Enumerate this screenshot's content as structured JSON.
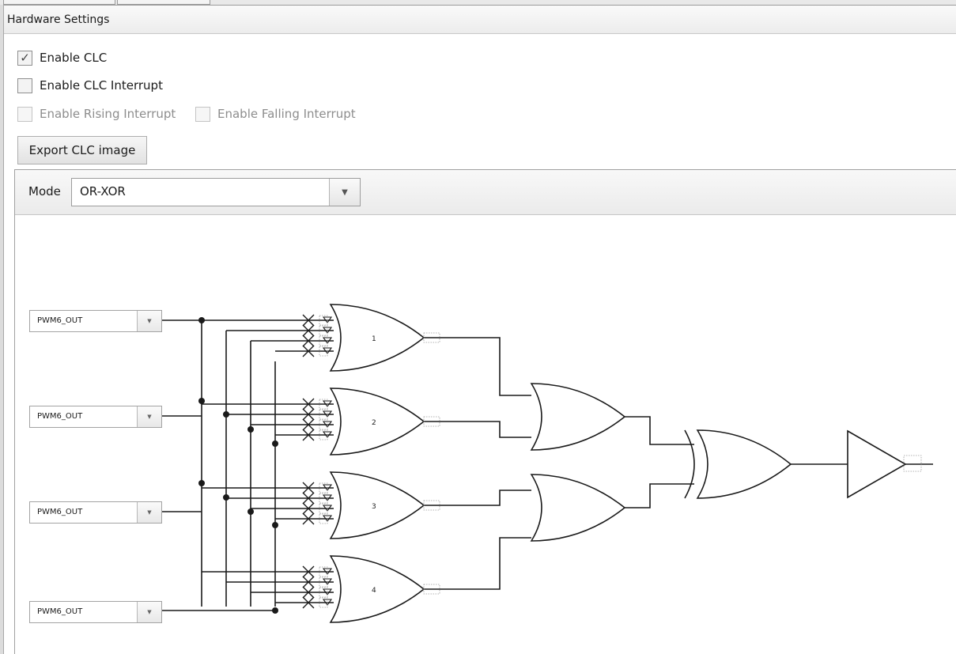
{
  "panel": {
    "title": "Hardware Settings"
  },
  "options": {
    "enable_clc": {
      "label": "Enable CLC",
      "checked": true,
      "check_glyph": "✓"
    },
    "enable_interrupt": {
      "label": "Enable CLC Interrupt",
      "checked": false
    },
    "enable_rising": {
      "label": "Enable Rising Interrupt",
      "checked": false,
      "disabled": true
    },
    "enable_falling": {
      "label": "Enable Falling Interrupt",
      "checked": false,
      "disabled": true
    }
  },
  "export_button": {
    "label": "Export CLC image"
  },
  "mode": {
    "label": "Mode",
    "value": "OR-XOR",
    "arrow": "▼"
  },
  "inputs": [
    {
      "value": "PWM6_OUT"
    },
    {
      "value": "PWM6_OUT"
    },
    {
      "value": "PWM6_OUT"
    },
    {
      "value": "PWM6_OUT"
    }
  ],
  "input_arrow": "▼",
  "gates": [
    {
      "number": "1"
    },
    {
      "number": "2"
    },
    {
      "number": "3"
    },
    {
      "number": "4"
    }
  ],
  "logic": {
    "stage1": "OR",
    "stage2": "OR",
    "stage3": "XOR",
    "output": "buffer"
  },
  "colors": {
    "wire": "#1a1a1a",
    "placeholder": "#9a9a9a"
  }
}
